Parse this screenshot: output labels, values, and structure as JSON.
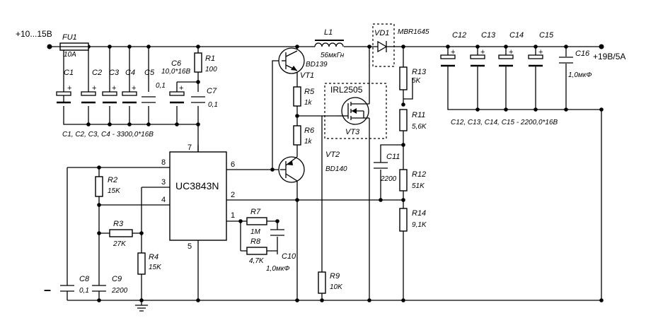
{
  "input_label": "+10...15В",
  "output_label": "+19В/5А",
  "negative_label": "–",
  "ic": {
    "name": "UC3843N",
    "pins": {
      "p1": "1",
      "p2": "2",
      "p3": "3",
      "p4": "4",
      "p5": "5",
      "p6": "6",
      "p7": "7",
      "p8": "8"
    }
  },
  "fuse": {
    "ref": "FU1",
    "value": "10А"
  },
  "inductor": {
    "ref": "L1",
    "value": "56мкГн"
  },
  "diode": {
    "ref": "VD1",
    "part": "MBR1645"
  },
  "mosfet": {
    "ref": "VT3",
    "part": "IRL2505"
  },
  "vt1": {
    "ref": "VT1",
    "part": "BD139"
  },
  "vt2": {
    "ref": "VT2",
    "part": "BD140"
  },
  "caps": {
    "c1": "C1",
    "c2": "C2",
    "c3": "C3",
    "c4": "C4",
    "c5": "C5",
    "c5_value": "0,1",
    "c6": "C6",
    "c6_value": "10,0*16В",
    "c7": "C7",
    "c7_value": "0,1",
    "c8": "C8",
    "c8_value": "0,1",
    "c9": "C9",
    "c9_value": "2200",
    "c10": "C10",
    "c10_value": "1,0мкФ",
    "c11": "C11",
    "c11_value": "2200",
    "c12": "C12",
    "c13": "C13",
    "c14": "C14",
    "c15": "C15",
    "c16": "C16",
    "c16_value": "1,0мкФ",
    "input_group_note": "C1, C2, C3, C4 - 3300,0*16В",
    "output_group_note": "C12, C13, C14, C15 - 2200,0*16В"
  },
  "resistors": {
    "r1": "R1",
    "r1_value": "100",
    "r2": "R2",
    "r2_value": "15K",
    "r3": "R3",
    "r3_value": "27K",
    "r4": "R4",
    "r4_value": "15K",
    "r5": "R5",
    "r5_value": "1k",
    "r6": "R6",
    "r6_value": "1k",
    "r7": "R7",
    "r7_value": "1M",
    "r8": "R8",
    "r8_value": "4,7K",
    "r9": "R9",
    "r9_value": "10K",
    "r11": "R11",
    "r11_value": "5,6K",
    "r12": "R12",
    "r12_value": "51K",
    "r13": "R13",
    "r13_value": "5K",
    "r14": "R14",
    "r14_value": "9,1K"
  },
  "polarity": "+"
}
